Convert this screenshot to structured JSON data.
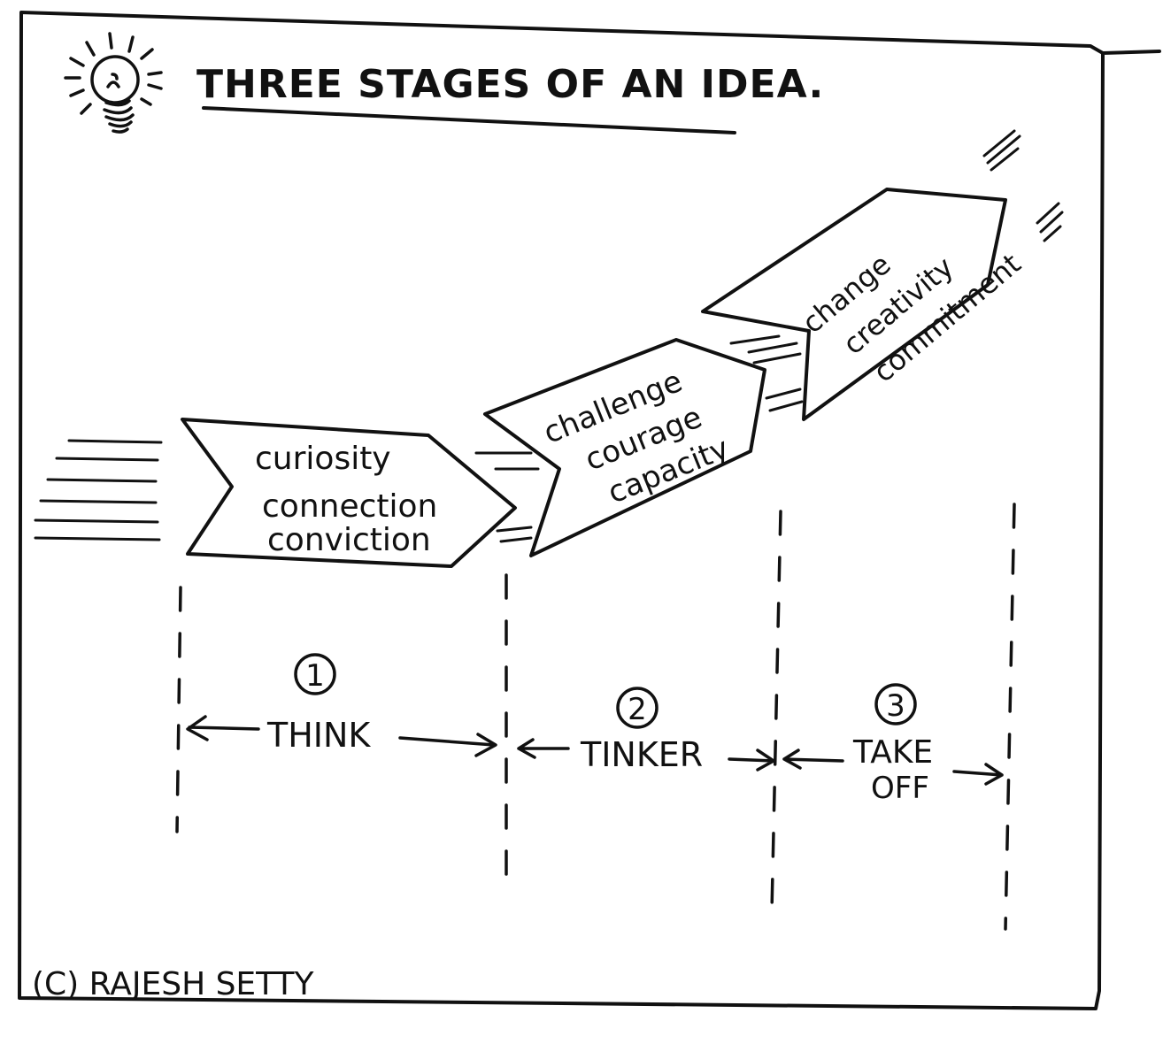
{
  "title": "THREE STAGES OF AN IDEA.",
  "credit": "(C) RAJESH SETTY",
  "arrows": [
    {
      "lines": [
        "curiosity",
        "connection",
        "conviction"
      ]
    },
    {
      "lines": [
        "challenge",
        "courage",
        "capacity"
      ]
    },
    {
      "lines": [
        "change",
        "creativity",
        "commitment"
      ]
    }
  ],
  "stages": [
    {
      "number": "1",
      "label": "THINK"
    },
    {
      "number": "2",
      "label": "TINKER"
    },
    {
      "number": "3",
      "label_lines": [
        "TAKE",
        "OFF"
      ]
    }
  ]
}
